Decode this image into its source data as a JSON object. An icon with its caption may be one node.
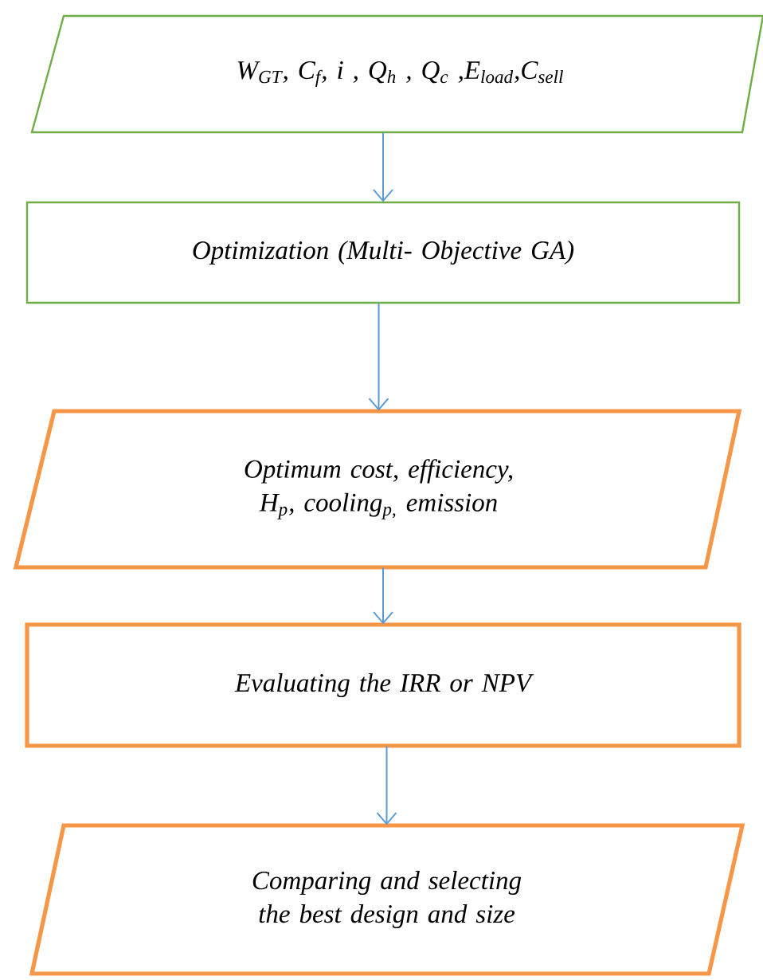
{
  "diagram": {
    "nodes": [
      {
        "text": [
          "W$_{GT}$, C$_{f}$, i , Q$_{h}$ , Q$_{c}$ ,E$_{load}$,C$_{sell}$"
        ]
      },
      {
        "text": [
          "Optimization (Multi- Objective GA)"
        ]
      },
      {
        "text": [
          "Optimum cost, efficiency, H$_{p}$, cooling$_{p,}$ emission"
        ]
      },
      {
        "text": [
          "Evaluating the IRR or NPV"
        ]
      },
      {
        "text": [
          "Comparing and selecting the best design and size"
        ]
      }
    ],
    "edges": [
      {
        "from": 0,
        "to": 1,
        "arrow": "to"
      },
      {
        "from": 1,
        "to": 2,
        "arrow": "to"
      },
      {
        "from": 2,
        "to": 3,
        "arrow": "to"
      },
      {
        "from": 3,
        "to": 4,
        "arrow": "to"
      }
    ]
  }
}
